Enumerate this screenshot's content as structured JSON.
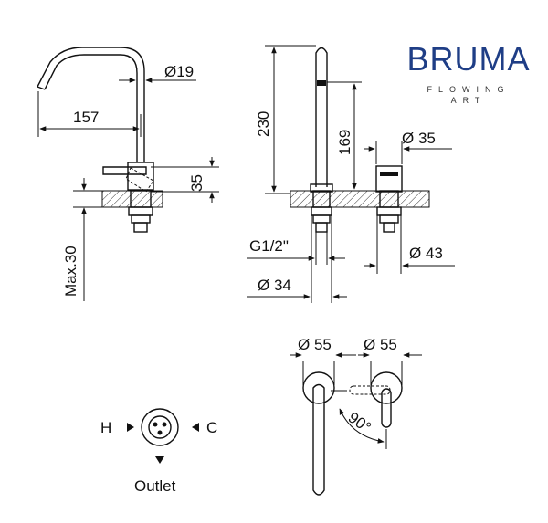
{
  "brand": {
    "name": "BRUMA",
    "tagline_1": "FLOWING",
    "tagline_2": "ART",
    "color": "#1f3e86"
  },
  "dimensions": {
    "spout_diameter": "Ø19",
    "reach": "157",
    "lever_height": "35",
    "max_deck": "Max.30",
    "total_height": "230",
    "spout_height": "169",
    "handle_diameter": "Ø 35",
    "thread": "G1/2\"",
    "base_diameter_43": "Ø 43",
    "base_diameter_34": "Ø 34",
    "rosette_left": "Ø 55",
    "rosette_right": "Ø 55",
    "rotation": "90°"
  },
  "flow_legend": {
    "hot": "H",
    "cold": "C",
    "outlet": "Outlet"
  }
}
